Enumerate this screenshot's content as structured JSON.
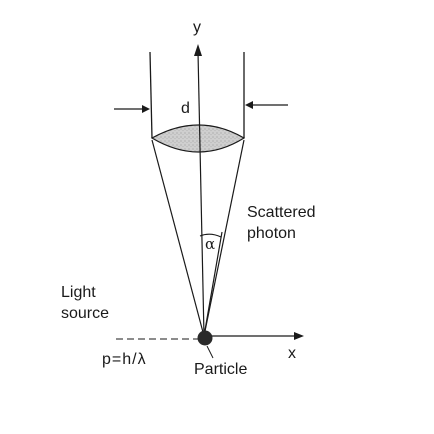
{
  "diagram": {
    "axis_y_label": "y",
    "axis_x_label": "x",
    "aperture_label": "d",
    "angle_label": "α",
    "scattered_label_line1": "Scattered",
    "scattered_label_line2": "photon",
    "source_label_line1": "Light",
    "source_label_line2": "source",
    "momentum_label": "p=h/λ",
    "particle_label": "Particle"
  },
  "colors": {
    "ink": "#1a1a1a",
    "lens_fill": "#c8c8c8",
    "particle_fill": "#2a2a2a"
  }
}
